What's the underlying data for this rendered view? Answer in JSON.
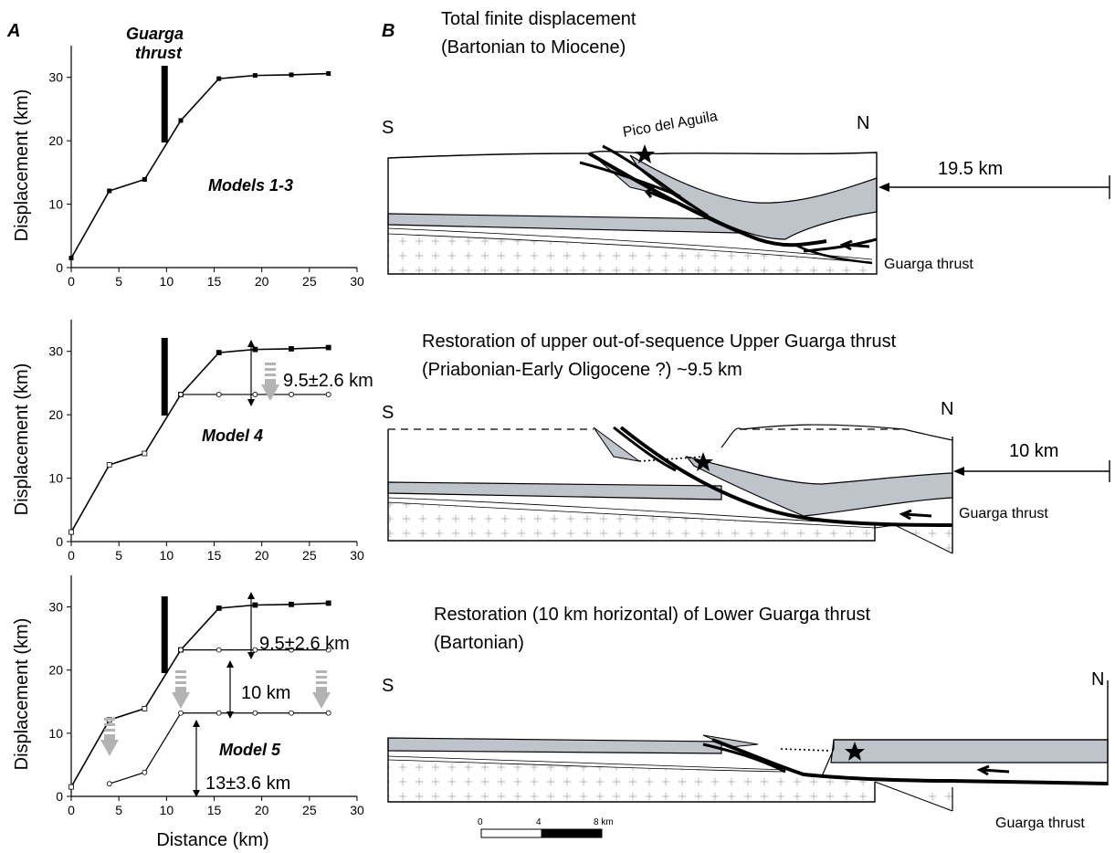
{
  "colors": {
    "line": "#000000",
    "fill_grey": "#bfc3ca",
    "basement": "#ffffff",
    "arrow_grey": "#b3b3b3",
    "cross": "#b9b9b9"
  },
  "panels": {
    "a_letter": "A",
    "b_letter": "B"
  },
  "panel_a": {
    "guarga_label_1": "Guarga",
    "guarga_label_2": "thrust",
    "y_axis_label": "Displacement (km)",
    "x_axis_label": "Distance (km)",
    "x_ticks": [
      "0",
      "5",
      "10",
      "15",
      "20",
      "25",
      "30"
    ],
    "y_ticks": [
      "0",
      "10",
      "20",
      "30"
    ],
    "models": [
      "Models 1-3",
      "Model 4",
      "Model 5"
    ],
    "annot_95": "9.5±2.6 km",
    "annot_10": "10 km",
    "annot_13": "13±3.6 km"
  },
  "panel_b": {
    "title_1_line1": "Total finite displacement",
    "title_1_line2": "(Bartonian to Miocene)",
    "title_2_line1": "Restoration of upper out-of-sequence Upper Guarga thrust",
    "title_2_line2": "(Priabonian-Early Oligocene ?) ~9.5 km",
    "title_3_line1": "Restoration (10 km horizontal) of Lower Guarga thrust",
    "title_3_line2": "(Bartonian)",
    "south": "S",
    "north": "N",
    "pico": "Pico del Aguila",
    "guarga": "Guarga thrust",
    "disp_1": "19.5 km",
    "disp_2": "10 km",
    "scale_0": "0",
    "scale_4": "4",
    "scale_8": "8  km"
  },
  "chart_data": [
    {
      "type": "line",
      "title": "Models 1-3",
      "xlabel": "",
      "ylabel": "Displacement (km)",
      "xlim": [
        0,
        30
      ],
      "ylim": [
        0,
        35
      ],
      "series": [
        {
          "x": [
            0,
            4,
            7.7,
            11.5,
            15.5,
            19.3,
            23.1,
            27
          ],
          "y": [
            1.5,
            12.1,
            13.9,
            23.2,
            29.8,
            30.3,
            30.4,
            30.6
          ]
        }
      ],
      "guarga_thrust_x": 9.8
    },
    {
      "type": "line",
      "title": "Model 4",
      "xlabel": "",
      "ylabel": "Displacement (km)",
      "xlim": [
        0,
        30
      ],
      "ylim": [
        0,
        35
      ],
      "series": [
        {
          "x": [
            0,
            4,
            7.7,
            11.5,
            15.5,
            19.3,
            23.1,
            27
          ],
          "y": [
            1.5,
            12.1,
            13.9,
            23.2,
            29.8,
            30.3,
            30.4,
            30.6
          ]
        },
        {
          "x": [
            11.5,
            15.5,
            19.3,
            23.1,
            27
          ],
          "y": [
            23.2,
            23.2,
            23.2,
            23.2,
            23.2
          ]
        }
      ],
      "guarga_thrust_x": 9.8,
      "offset_label": "9.5±2.6 km"
    },
    {
      "type": "line",
      "title": "Model 5",
      "xlabel": "Distance (km)",
      "ylabel": "Displacement (km)",
      "xlim": [
        0,
        30
      ],
      "ylim": [
        0,
        35
      ],
      "series": [
        {
          "x": [
            0,
            4,
            7.7,
            11.5,
            15.5,
            19.3,
            23.1,
            27
          ],
          "y": [
            1.5,
            12.1,
            13.9,
            23.2,
            29.8,
            30.3,
            30.4,
            30.6
          ]
        },
        {
          "x": [
            11.5,
            15.5,
            19.3,
            23.1,
            27
          ],
          "y": [
            23.2,
            23.2,
            23.2,
            23.2,
            23.2
          ]
        },
        {
          "x": [
            4,
            7.7,
            11.5,
            15.5,
            19.3,
            23.1,
            27
          ],
          "y": [
            2,
            3.8,
            13.2,
            13.2,
            13.2,
            13.2,
            13.2
          ]
        }
      ],
      "guarga_thrust_x": 9.8,
      "offset_labels": [
        "9.5±2.6 km",
        "10 km",
        "13±3.6 km"
      ]
    }
  ]
}
